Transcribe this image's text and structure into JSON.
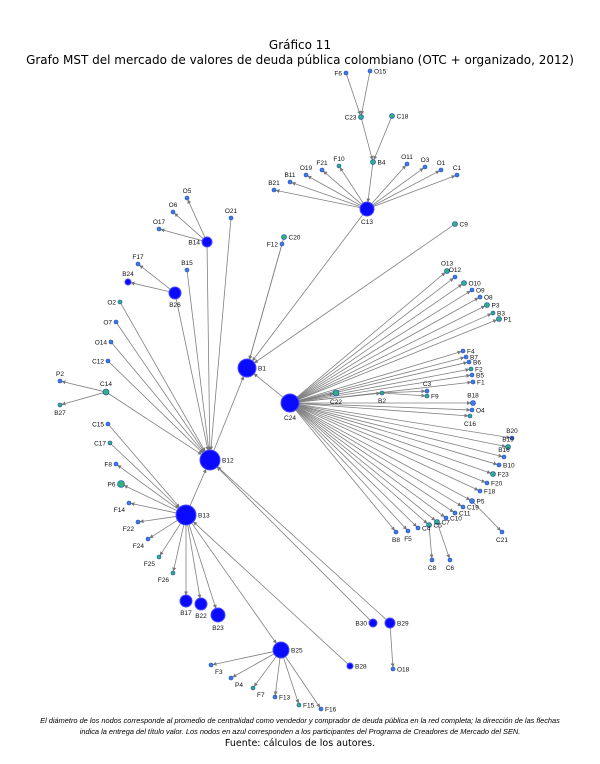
{
  "title": "Gráfico 11",
  "subtitle": "Grafo MST del mercado de valores de deuda pública colombiano (OTC + organizado, 2012)",
  "caption": "El diámetro de los nodos corresponde al promedio de centralidad como vendedor y comprador de deuda pública en la red completa; la dirección de las flechas indica la entrega del título valor. Los nodos en azul corresponden a los participantes del Programa de Creadores de Mercado del SEN.",
  "source": "Fuente: cálculos de los autores.",
  "colors": {
    "hub": "#0a0aff",
    "node": "#3d7fd8",
    "green": "#2db37a",
    "edge": "#808080"
  },
  "nodes": [
    "C13",
    "B1",
    "C24",
    "B12",
    "B13",
    "B14",
    "B26",
    "B25",
    "B17",
    "B22",
    "B23",
    "B30",
    "B29",
    "B28",
    "B24",
    "F6",
    "O15",
    "C23",
    "C18",
    "B4",
    "O11",
    "O3",
    "O1",
    "C1",
    "F10",
    "F21",
    "O19",
    "B11",
    "B21",
    "C9",
    "F12",
    "C20",
    "O5",
    "O6",
    "O17",
    "O21",
    "B15",
    "F17",
    "O2",
    "O7",
    "O14",
    "C12",
    "C14",
    "P2",
    "B27",
    "C15",
    "C17",
    "F8",
    "P6",
    "F14",
    "F22",
    "F24",
    "F25",
    "F26",
    "O18",
    "F3",
    "P4",
    "F7",
    "F13",
    "F15",
    "F16",
    "O13",
    "O12",
    "O10",
    "O9",
    "O8",
    "P3",
    "B3",
    "P1",
    "F4",
    "B7",
    "B6",
    "F2",
    "B5",
    "F1",
    "C22",
    "B2",
    "C3",
    "F9",
    "B18",
    "O4",
    "C16",
    "B20",
    "B19",
    "B16",
    "B10",
    "F23",
    "F20",
    "F18",
    "P5",
    "C19",
    "C11",
    "C10",
    "C7",
    "C5",
    "C4",
    "F5",
    "B8",
    "C21",
    "C8",
    "C6"
  ],
  "edges": [
    [
      "F6",
      "C23"
    ],
    [
      "O15",
      "C23"
    ],
    [
      "C23",
      "B4"
    ],
    [
      "C18",
      "B4"
    ],
    [
      "B4",
      "C13"
    ],
    [
      "C13",
      "O11"
    ],
    [
      "C13",
      "O3"
    ],
    [
      "C13",
      "O1"
    ],
    [
      "C13",
      "C1"
    ],
    [
      "C13",
      "F10"
    ],
    [
      "C13",
      "F21"
    ],
    [
      "C13",
      "O19"
    ],
    [
      "C13",
      "B11"
    ],
    [
      "C13",
      "B21"
    ],
    [
      "C13",
      "B1"
    ],
    [
      "C9",
      "B1"
    ],
    [
      "F12",
      "B1"
    ],
    [
      "C20",
      "B1"
    ],
    [
      "C24",
      "B1"
    ],
    [
      "B12",
      "B1"
    ],
    [
      "B14",
      "O5"
    ],
    [
      "B14",
      "O6"
    ],
    [
      "B14",
      "O17"
    ],
    [
      "B14",
      "B12"
    ],
    [
      "O21",
      "B12"
    ],
    [
      "B15",
      "B12"
    ],
    [
      "B26",
      "F17"
    ],
    [
      "B26",
      "B24"
    ],
    [
      "B26",
      "B12"
    ],
    [
      "O2",
      "B12"
    ],
    [
      "O7",
      "B12"
    ],
    [
      "O14",
      "B12"
    ],
    [
      "C12",
      "B12"
    ],
    [
      "C14",
      "B12"
    ],
    [
      "C14",
      "P2"
    ],
    [
      "C14",
      "B27"
    ],
    [
      "C15",
      "B13"
    ],
    [
      "C17",
      "B13"
    ],
    [
      "B13",
      "F8"
    ],
    [
      "B13",
      "P6"
    ],
    [
      "B13",
      "F14"
    ],
    [
      "B13",
      "F22"
    ],
    [
      "B13",
      "F24"
    ],
    [
      "B13",
      "F25"
    ],
    [
      "B13",
      "F26"
    ],
    [
      "B13",
      "B17"
    ],
    [
      "B13",
      "B22"
    ],
    [
      "B13",
      "B23"
    ],
    [
      "B13",
      "B25"
    ],
    [
      "B28",
      "B13"
    ],
    [
      "B13",
      "B12"
    ],
    [
      "B29",
      "B12"
    ],
    [
      "B30",
      "B12"
    ],
    [
      "B29",
      "O18"
    ],
    [
      "B25",
      "F3"
    ],
    [
      "B25",
      "P4"
    ],
    [
      "B25",
      "F7"
    ],
    [
      "B25",
      "F13"
    ],
    [
      "B25",
      "F15"
    ],
    [
      "B25",
      "F16"
    ],
    [
      "C24",
      "O13"
    ],
    [
      "C24",
      "O12"
    ],
    [
      "C24",
      "O10"
    ],
    [
      "C24",
      "O9"
    ],
    [
      "C24",
      "O8"
    ],
    [
      "C24",
      "P3"
    ],
    [
      "C24",
      "B3"
    ],
    [
      "C24",
      "P1"
    ],
    [
      "C24",
      "F4"
    ],
    [
      "C24",
      "B7"
    ],
    [
      "C24",
      "B6"
    ],
    [
      "C24",
      "F2"
    ],
    [
      "C24",
      "B5"
    ],
    [
      "C24",
      "F1"
    ],
    [
      "C24",
      "C22"
    ],
    [
      "C24",
      "B2"
    ],
    [
      "B2",
      "C3"
    ],
    [
      "B2",
      "F9"
    ],
    [
      "C24",
      "B18"
    ],
    [
      "C24",
      "O4"
    ],
    [
      "C24",
      "C16"
    ],
    [
      "C24",
      "B20"
    ],
    [
      "C24",
      "B19"
    ],
    [
      "C24",
      "B16"
    ],
    [
      "C24",
      "B10"
    ],
    [
      "C24",
      "F23"
    ],
    [
      "C24",
      "F20"
    ],
    [
      "C24",
      "F18"
    ],
    [
      "C24",
      "P5"
    ],
    [
      "P5",
      "C21"
    ],
    [
      "C24",
      "C19"
    ],
    [
      "C24",
      "C11"
    ],
    [
      "C24",
      "C10"
    ],
    [
      "C24",
      "C7"
    ],
    [
      "C7",
      "C6"
    ],
    [
      "C24",
      "C5"
    ],
    [
      "C5",
      "C8"
    ],
    [
      "C24",
      "C4"
    ],
    [
      "C24",
      "F5"
    ],
    [
      "C24",
      "B8"
    ]
  ]
}
